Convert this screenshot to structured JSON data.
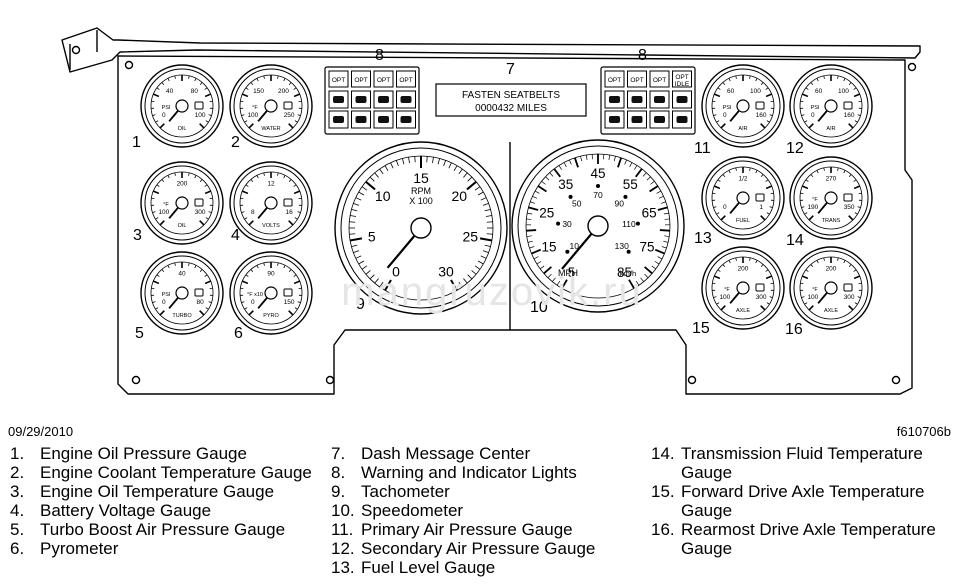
{
  "dash": {
    "callout_8": "8",
    "callout_7": "7",
    "message": {
      "line1": "FASTEN SEATBELTS",
      "line2": "0000432 MILES"
    },
    "opt_label": "OPT",
    "opt_idle_line1": "OPT",
    "opt_idle_line2": "IDLE"
  },
  "small_gauges": [
    {
      "num": "1",
      "label": "OIL",
      "unit": "PSI",
      "ticks": [
        "0",
        "40",
        "80",
        "100"
      ],
      "icon": "oil-can-icon"
    },
    {
      "num": "2",
      "label": "WATER",
      "unit": "°F",
      "ticks": [
        "100",
        "150",
        "200",
        "250"
      ],
      "icon": "thermometer-icon"
    },
    {
      "num": "3",
      "label": "OIL",
      "unit": "°F",
      "ticks": [
        "100",
        "200",
        "300"
      ],
      "icon": "oil-temp-icon"
    },
    {
      "num": "4",
      "label": "VOLTS",
      "unit": "",
      "ticks": [
        "8",
        "12",
        "16"
      ],
      "icon": "battery-icon"
    },
    {
      "num": "5",
      "label": "TURBO",
      "unit": "PSI",
      "ticks": [
        "0",
        "40",
        "80"
      ],
      "icon": "turbo-icon"
    },
    {
      "num": "6",
      "label": "PYRO",
      "unit": "°F x10",
      "ticks": [
        "0",
        "90",
        "150"
      ],
      "icon": "thermometer-icon"
    },
    {
      "num": "11",
      "label": "AIR",
      "unit": "PSI",
      "ticks": [
        "0",
        "60",
        "100",
        "160"
      ],
      "icon": "air-icon"
    },
    {
      "num": "12",
      "label": "AIR",
      "unit": "PSI",
      "ticks": [
        "0",
        "60",
        "100",
        "160"
      ],
      "icon": "air-icon"
    },
    {
      "num": "13",
      "label": "FUEL",
      "unit": "",
      "ticks": [
        "0",
        "1/2",
        "1"
      ],
      "icon": "fuel-pump-icon"
    },
    {
      "num": "14",
      "label": "TRANS",
      "unit": "°F",
      "ticks": [
        "190",
        "270",
        "350"
      ],
      "icon": "trans-temp-icon"
    },
    {
      "num": "15",
      "label": "AXLE",
      "unit": "°F",
      "ticks": [
        "100",
        "200",
        "300"
      ],
      "icon": "axle-icon"
    },
    {
      "num": "16",
      "label": "AXLE",
      "unit": "°F",
      "ticks": [
        "100",
        "200",
        "300"
      ],
      "icon": "axle-icon"
    }
  ],
  "tachometer": {
    "num": "9",
    "rpm_label": "RPM",
    "multiplier": "X 100",
    "ticks": [
      "0",
      "5",
      "10",
      "15",
      "20",
      "25",
      "30"
    ]
  },
  "speedometer": {
    "num": "10",
    "mph_label": "MPH",
    "kmh_label": "km/h",
    "mph_ticks": [
      "5",
      "15",
      "25",
      "35",
      "45",
      "55",
      "65",
      "75",
      "85"
    ],
    "kmh_ticks": [
      "10",
      "30",
      "50",
      "70",
      "90",
      "110",
      "130"
    ]
  },
  "watermark": "mangruzovik.ru",
  "footer": {
    "date": "09/29/2010",
    "figure": "f610706b"
  },
  "legend": [
    [
      {
        "num": "1.",
        "text": "Engine Oil Pressure Gauge"
      },
      {
        "num": "2.",
        "text": "Engine Coolant Temperature Gauge"
      },
      {
        "num": "3.",
        "text": "Engine Oil Temperature Gauge"
      },
      {
        "num": "4.",
        "text": "Battery Voltage Gauge"
      },
      {
        "num": "5.",
        "text": "Turbo Boost Air Pressure Gauge"
      },
      {
        "num": "6.",
        "text": "Pyrometer"
      }
    ],
    [
      {
        "num": "7.",
        "text": "Dash Message Center"
      },
      {
        "num": "8.",
        "text": "Warning and Indicator Lights"
      },
      {
        "num": "9.",
        "text": "Tachometer"
      },
      {
        "num": "10.",
        "text": "Speedometer"
      },
      {
        "num": "11.",
        "text": "Primary Air Pressure Gauge"
      },
      {
        "num": "12.",
        "text": "Secondary Air Pressure Gauge"
      },
      {
        "num": "13.",
        "text": "Fuel Level Gauge"
      }
    ],
    [
      {
        "num": "14.",
        "text": "Transmission Fluid Temperature Gauge"
      },
      {
        "num": "15.",
        "text": "Forward Drive Axle Temperature Gauge"
      },
      {
        "num": "16.",
        "text": "Rearmost Drive Axle Temperature Gauge"
      }
    ]
  ]
}
